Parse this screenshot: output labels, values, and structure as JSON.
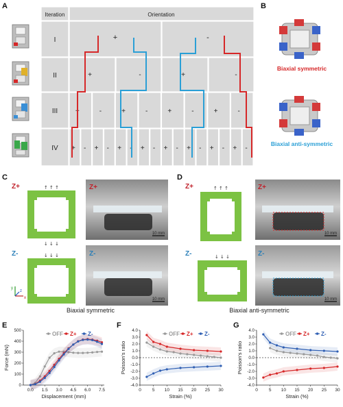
{
  "panels": {
    "a": "A",
    "b": "B",
    "c": "C",
    "d": "D",
    "e": "E",
    "f": "F",
    "g": "G"
  },
  "table": {
    "header_iteration": "Iteration",
    "header_orientation": "Orientation",
    "rows": [
      "I",
      "II",
      "III",
      "IV"
    ],
    "signs_I": [
      "+",
      "-"
    ],
    "signs_II": [
      "+",
      "-",
      "+",
      "-"
    ],
    "signs_III": [
      "+",
      "-",
      "+",
      "-",
      "+",
      "-",
      "+",
      "-"
    ],
    "signs_IV": [
      "+",
      "-",
      "+",
      "-",
      "+",
      "-",
      "+",
      "-",
      "+",
      "-",
      "+",
      "-",
      "+",
      "-",
      "+",
      "-"
    ]
  },
  "biaxial": {
    "symmetric": "Biaxial symmetric",
    "anti": "Biaxial anti-symmetric"
  },
  "colors": {
    "red": "#d62728",
    "blue": "#2a9fd6",
    "gray": "#999999",
    "navy": "#2f5fb3",
    "green": "#7cc243"
  },
  "panel_c": {
    "zplus": "Z+",
    "zminus": "Z-",
    "scale1": "10 mm",
    "scale2": "10 mm",
    "caption": "Biaxial symmetric"
  },
  "panel_d": {
    "zplus": "Z+",
    "zminus": "Z-",
    "scale1": "10 mm",
    "scale2": "10 mm",
    "caption": "Biaxial anti-symmetric"
  },
  "axes_labels": {
    "z": "z",
    "y": "y",
    "x": "x"
  },
  "chart_data": [
    {
      "type": "line",
      "panel": "E",
      "xlabel": "Displacement (mm)",
      "ylabel": "Force (mN)",
      "xlim": [
        -0.75,
        7.75
      ],
      "ylim": [
        0,
        500
      ],
      "xticks": [
        "0.0",
        "1.5",
        "3.0",
        "4.5",
        "6.0",
        "7.5"
      ],
      "yticks": [
        "0",
        "100",
        "200",
        "300",
        "400",
        "500"
      ],
      "legend": [
        "OFF",
        "Z+",
        "Z-"
      ],
      "series": [
        {
          "name": "OFF",
          "color": "#999999",
          "x": [
            0,
            0.5,
            1,
            1.5,
            2,
            2.5,
            3,
            3.5,
            4,
            4.5,
            5,
            5.5,
            6,
            6.5,
            7,
            7.5
          ],
          "y": [
            0,
            20,
            80,
            170,
            250,
            290,
            305,
            305,
            300,
            295,
            293,
            293,
            295,
            298,
            302,
            305
          ]
        },
        {
          "name": "Z+",
          "color": "#d62728",
          "x": [
            0,
            0.5,
            1,
            1.5,
            2,
            2.5,
            3,
            3.5,
            4,
            4.5,
            5,
            5.5,
            6,
            6.5,
            7,
            7.5
          ],
          "y": [
            0,
            10,
            40,
            80,
            130,
            185,
            240,
            290,
            335,
            370,
            400,
            415,
            420,
            415,
            405,
            390
          ]
        },
        {
          "name": "Z-",
          "color": "#2f5fb3",
          "x": [
            0,
            0.5,
            1,
            1.5,
            2,
            2.5,
            3,
            3.5,
            4,
            4.5,
            5,
            5.5,
            6,
            6.5,
            7,
            7.5
          ],
          "y": [
            0,
            8,
            30,
            65,
            110,
            165,
            225,
            280,
            330,
            370,
            398,
            412,
            415,
            410,
            395,
            375
          ]
        }
      ]
    },
    {
      "type": "line",
      "panel": "F",
      "xlabel": "Strain (%)",
      "ylabel": "Poisson's ratio",
      "xlim": [
        0,
        30
      ],
      "ylim": [
        -4,
        4
      ],
      "xticks": [
        "0",
        "5",
        "10",
        "15",
        "20",
        "25",
        "30"
      ],
      "yticks": [
        "-4.0",
        "-3.0",
        "-2.0",
        "-1.0",
        "0.0",
        "1.0",
        "2.0",
        "3.0",
        "4.0"
      ],
      "legend": [
        "OFF",
        "Z+",
        "Z-"
      ],
      "series": [
        {
          "name": "OFF",
          "color": "#999999",
          "x": [
            2.5,
            5,
            7.5,
            10,
            12.5,
            15,
            17.5,
            20,
            22.5,
            25,
            27.5,
            30
          ],
          "y": [
            2.2,
            1.6,
            1.2,
            0.9,
            0.8,
            0.6,
            0.5,
            0.4,
            0.3,
            0.2,
            0.1,
            0.0
          ]
        },
        {
          "name": "Z+",
          "color": "#d62728",
          "x": [
            2.5,
            5,
            7.5,
            10,
            15,
            20,
            25,
            30
          ],
          "y": [
            3.3,
            2.3,
            2.0,
            1.6,
            1.3,
            1.1,
            1.0,
            0.9
          ]
        },
        {
          "name": "Z-",
          "color": "#2f5fb3",
          "x": [
            2.5,
            5,
            7.5,
            10,
            15,
            20,
            25,
            30
          ],
          "y": [
            -2.8,
            -2.3,
            -1.9,
            -1.7,
            -1.5,
            -1.4,
            -1.3,
            -1.2
          ]
        }
      ]
    },
    {
      "type": "line",
      "panel": "G",
      "xlabel": "Strain (%)",
      "ylabel": "Poisson's ratio",
      "xlim": [
        0,
        30
      ],
      "ylim": [
        -4,
        4
      ],
      "xticks": [
        "0",
        "5",
        "10",
        "15",
        "20",
        "25",
        "30"
      ],
      "yticks": [
        "-4.0",
        "-3.0",
        "-2.0",
        "-1.0",
        "0.0",
        "1.0",
        "2.0",
        "3.0",
        "4.0"
      ],
      "legend": [
        "OFF",
        "Z+",
        "Z-"
      ],
      "series": [
        {
          "name": "OFF",
          "color": "#999999",
          "x": [
            5,
            7.5,
            10,
            12.5,
            15,
            17.5,
            20,
            22.5,
            25,
            27.5,
            30
          ],
          "y": [
            1.4,
            1.0,
            0.8,
            0.7,
            0.6,
            0.5,
            0.4,
            0.3,
            0.1,
            0.0,
            -0.1
          ]
        },
        {
          "name": "Z+",
          "color": "#d62728",
          "x": [
            2.5,
            5,
            7.5,
            10,
            15,
            20,
            25,
            30
          ],
          "y": [
            -2.9,
            -2.5,
            -2.3,
            -2.0,
            -1.8,
            -1.6,
            -1.5,
            -1.3
          ]
        },
        {
          "name": "Z-",
          "color": "#2f5fb3",
          "x": [
            2.5,
            5,
            7.5,
            10,
            15,
            20,
            25,
            30
          ],
          "y": [
            3.4,
            2.2,
            1.8,
            1.5,
            1.3,
            1.1,
            1.0,
            0.9
          ]
        }
      ]
    }
  ]
}
